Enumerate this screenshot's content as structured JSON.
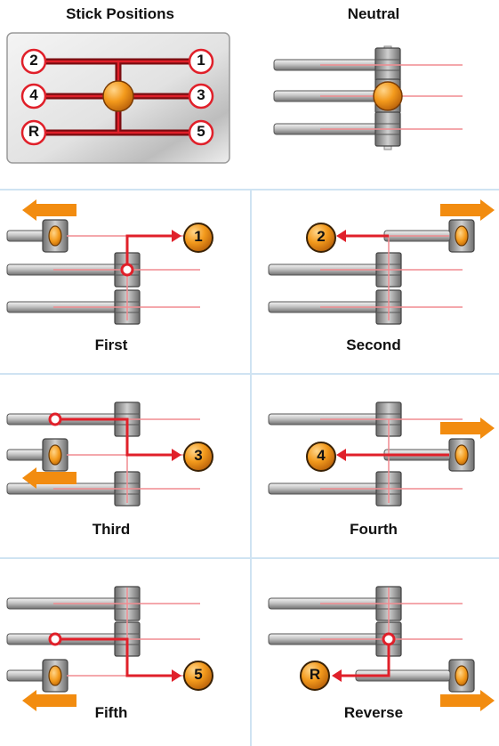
{
  "colors": {
    "red": "#e0202a",
    "orange": "#f28c10",
    "ball_orange": "#f39a1c",
    "rod_gray": "#b9b9b9",
    "block_gray": "#9a9a9a",
    "grid_blue": "#cfe3f2"
  },
  "headings": {
    "stick_positions": "Stick Positions",
    "neutral": "Neutral"
  },
  "gate_labels": {
    "g2": "2",
    "g1": "1",
    "g4": "4",
    "g3": "3",
    "gR": "R",
    "g5": "5"
  },
  "panels": {
    "first": {
      "label": "First",
      "badge": "1"
    },
    "second": {
      "label": "Second",
      "badge": "2"
    },
    "third": {
      "label": "Third",
      "badge": "3"
    },
    "fourth": {
      "label": "Fourth",
      "badge": "4"
    },
    "fifth": {
      "label": "Fifth",
      "badge": "5"
    },
    "reverse": {
      "label": "Reverse",
      "badge": "R"
    }
  }
}
